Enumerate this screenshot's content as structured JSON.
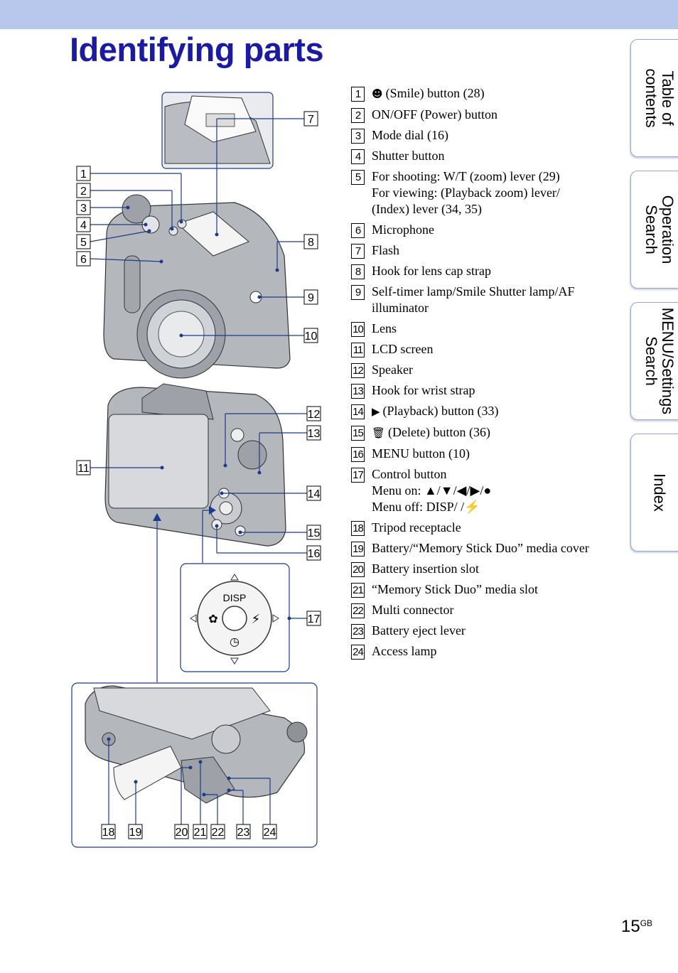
{
  "header": {
    "title": "Identifying parts"
  },
  "parts": [
    {
      "num": "1",
      "icon": "smile-icon",
      "lines": [
        "(Smile) button (28)"
      ]
    },
    {
      "num": "2",
      "lines": [
        "ON/OFF (Power) button"
      ]
    },
    {
      "num": "3",
      "lines": [
        "Mode dial (16)"
      ]
    },
    {
      "num": "4",
      "lines": [
        "Shutter button"
      ]
    },
    {
      "num": "5",
      "lines": [
        "For shooting: W/T (zoom) lever (29)",
        "For viewing: (Playback zoom) lever/",
        "(Index) lever (34, 35)"
      ]
    },
    {
      "num": "6",
      "lines": [
        "Microphone"
      ]
    },
    {
      "num": "7",
      "lines": [
        "Flash"
      ]
    },
    {
      "num": "8",
      "lines": [
        "Hook for lens cap strap"
      ]
    },
    {
      "num": "9",
      "lines": [
        "Self-timer lamp/Smile Shutter lamp/AF",
        "illuminator"
      ]
    },
    {
      "num": "10",
      "lines": [
        "Lens"
      ]
    },
    {
      "num": "11",
      "lines": [
        "LCD screen"
      ]
    },
    {
      "num": "12",
      "lines": [
        "Speaker"
      ]
    },
    {
      "num": "13",
      "lines": [
        "Hook for wrist strap"
      ]
    },
    {
      "num": "14",
      "icon": "playback-icon",
      "lines": [
        "(Playback) button (33)"
      ]
    },
    {
      "num": "15",
      "icon": "trash-icon",
      "lines": [
        "(Delete) button (36)"
      ]
    },
    {
      "num": "16",
      "lines": [
        "MENU button (10)"
      ]
    },
    {
      "num": "17",
      "lines": [
        "Control button",
        "Menu on: ▲/▼/◀/▶/●",
        "Menu off: DISP/ /⚡"
      ]
    },
    {
      "num": "18",
      "lines": [
        "Tripod receptacle"
      ]
    },
    {
      "num": "19",
      "lines": [
        "Battery/“Memory Stick Duo” media cover"
      ]
    },
    {
      "num": "20",
      "lines": [
        "Battery insertion slot"
      ]
    },
    {
      "num": "21",
      "lines": [
        "“Memory Stick Duo” media slot"
      ]
    },
    {
      "num": "22",
      "lines": [
        "Multi connector"
      ]
    },
    {
      "num": "23",
      "lines": [
        "Battery eject lever"
      ]
    },
    {
      "num": "24",
      "lines": [
        "Access lamp"
      ]
    }
  ],
  "side_tabs": [
    {
      "label": "Table of\ncontents"
    },
    {
      "label": "Operation\nSearch"
    },
    {
      "label": "MENU/Settings\nSearch"
    },
    {
      "label": "Index"
    }
  ],
  "control_dial": {
    "label": "DISP"
  },
  "page": {
    "number": "15",
    "suffix": "GB"
  },
  "colors": {
    "header_bar": "#b8c8ec",
    "title": "#1a1aa6",
    "leader": "#1a3c8a"
  }
}
